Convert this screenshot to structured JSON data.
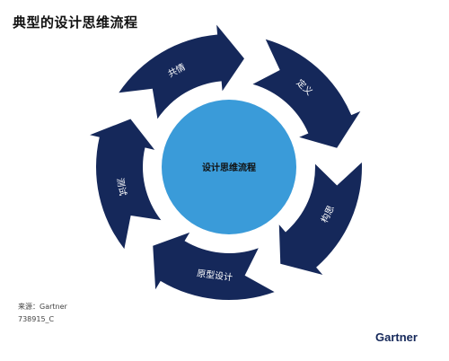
{
  "title": "典型的设计思维流程",
  "center": {
    "label": "设计思维流程",
    "color": "#3a9bd9"
  },
  "ring_color": "#15285a",
  "steps": [
    {
      "label": "定义"
    },
    {
      "label": "构思"
    },
    {
      "label": "原型设计"
    },
    {
      "label": "测试"
    },
    {
      "label": "共情"
    }
  ],
  "footer": {
    "source": "来源：Gartner",
    "code": "738915_C",
    "brand": "Gartner"
  }
}
